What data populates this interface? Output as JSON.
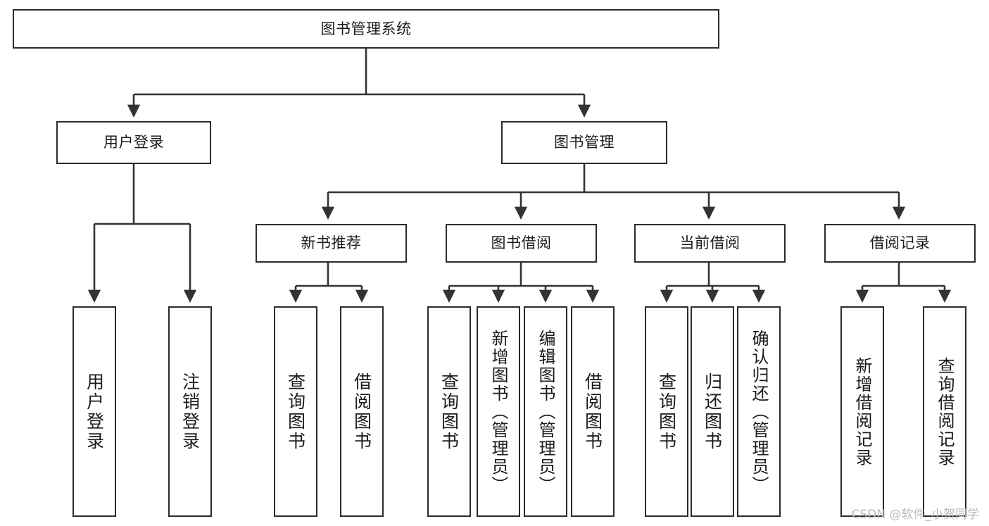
{
  "diagram": {
    "title": "图书管理系统",
    "type": "tree-hierarchy-chart",
    "root": {
      "id": "root",
      "label": "图书管理系统"
    },
    "level2": [
      {
        "id": "user-login",
        "label": "用户登录"
      },
      {
        "id": "book-management",
        "label": "图书管理"
      }
    ],
    "level3": [
      {
        "id": "new-book-recommend",
        "label": "新书推荐"
      },
      {
        "id": "book-borrow",
        "label": "图书借阅"
      },
      {
        "id": "current-borrow",
        "label": "当前借阅"
      },
      {
        "id": "borrow-record",
        "label": "借阅记录"
      }
    ],
    "leaves": {
      "user_login": [
        {
          "id": "leaf-user-login",
          "label": "用户登录"
        },
        {
          "id": "leaf-logout-login",
          "label": "注销登录"
        }
      ],
      "new_book_recommend": [
        {
          "id": "leaf-query-book-1",
          "label": "查询图书"
        },
        {
          "id": "leaf-borrow-book-1",
          "label": "借阅图书"
        }
      ],
      "book_borrow": [
        {
          "id": "leaf-query-book-2",
          "label": "查询图书"
        },
        {
          "id": "leaf-add-book",
          "label": "新增图书（管理员）"
        },
        {
          "id": "leaf-edit-book",
          "label": "编辑图书（管理员）"
        },
        {
          "id": "leaf-borrow-book-2",
          "label": "借阅图书"
        }
      ],
      "current_borrow": [
        {
          "id": "leaf-query-book-3",
          "label": "查询图书"
        },
        {
          "id": "leaf-return-book",
          "label": "归还图书"
        },
        {
          "id": "leaf-confirm-return",
          "label": "确认归还（管理员）"
        }
      ],
      "borrow_record": [
        {
          "id": "leaf-add-record",
          "label": "新增借阅记录"
        },
        {
          "id": "leaf-query-record",
          "label": "查询借阅记录"
        }
      ]
    },
    "colors": {
      "box_border": "#2b2b2b",
      "box_fill": "#ffffff",
      "connector": "#333333",
      "text": "#1b1b1b",
      "background": "#ffffff",
      "watermark": "#b9b9b9"
    }
  },
  "watermark": {
    "text": "CSDN @软件_小贺同学"
  }
}
